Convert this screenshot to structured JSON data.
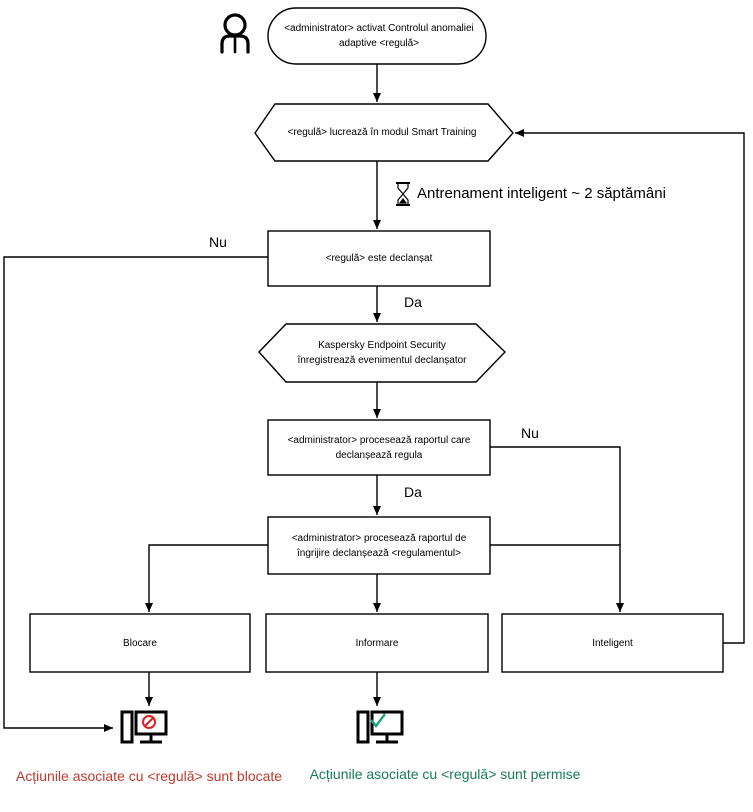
{
  "colors": {
    "stroke": "#000000",
    "blocked_text": "#c0392b",
    "allowed_text": "#1a7a5e",
    "block_symbol": "#e02020",
    "allow_symbol": "#1aa37a"
  },
  "icons": {
    "actor": "person-icon",
    "timer": "hourglass-icon",
    "blocked": "computer-blocked-icon",
    "allowed": "computer-allowed-icon"
  },
  "nodes": {
    "start": "<administrator> activat Controlul anomaliei adaptive <regulă>",
    "smart_training": "<regulă> lucrează în modul Smart Training",
    "triggered": "<regulă> este declanșat",
    "kes_records": "Kaspersky Endpoint Security înregistrează evenimentul declanșator",
    "admin_processes_report": "<administrator> procesează raportul care declanșează regula",
    "admin_processes_care": "<administrator> procesează raportul de îngrijire declanșează <regulamentul>",
    "block": "Blocare",
    "inform": "Informare",
    "smart": "Inteligent"
  },
  "edges": {
    "training_duration": "Antrenament inteligent ~ 2 săptămâni",
    "no_triggered": "Nu",
    "yes_triggered": "Da",
    "no_report": "Nu",
    "yes_report": "Da"
  },
  "outcomes": {
    "blocked": "Acțiunile asociate cu <regulă> sunt blocate",
    "allowed": "Acțiunile asociate cu <regulă> sunt permise"
  }
}
